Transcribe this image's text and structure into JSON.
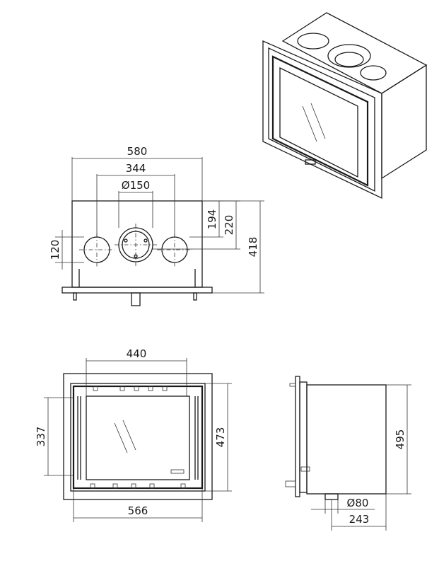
{
  "front_view": {
    "width": "580",
    "outlet_spacing": "344",
    "flue_diameter": "Ø150",
    "outlet_height": "194",
    "flue_height": "220",
    "height": "418",
    "outlet_diameter": "120"
  },
  "door_view": {
    "glass_width": "440",
    "glass_height": "337",
    "frame_height": "473",
    "frame_width": "566"
  },
  "side_view": {
    "depth_height": "495",
    "air_inlet_diameter": "Ø80",
    "air_inlet_offset": "243"
  }
}
